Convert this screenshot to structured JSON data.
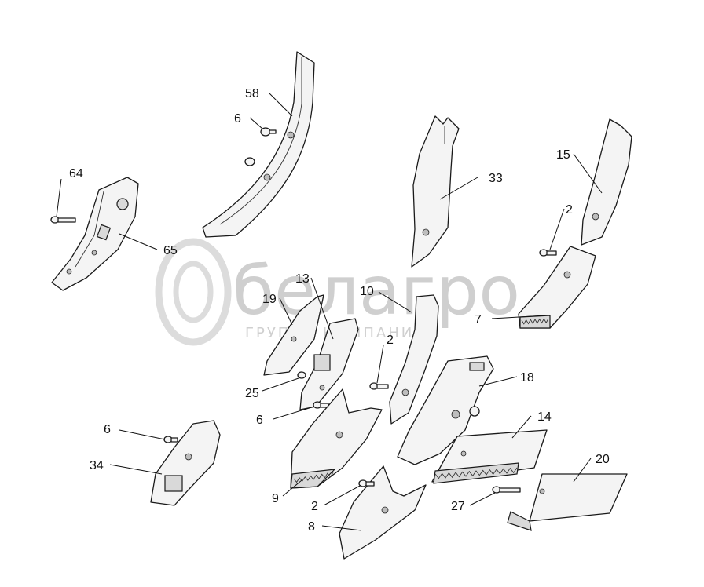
{
  "watermark": {
    "brand": "белагро",
    "tagline": "ГРУППА КОМПАНИЙ"
  },
  "corner_mark": "",
  "callouts": {
    "c58": "58",
    "c6a": "6",
    "c64": "64",
    "c65": "65",
    "c33": "33",
    "c15": "15",
    "c2a": "2",
    "c13": "13",
    "c19": "19",
    "c10": "10",
    "c7": "7",
    "c2b": "2",
    "c25": "25",
    "c18": "18",
    "c6b": "6",
    "c14": "14",
    "c6c": "6",
    "c34": "34",
    "c20": "20",
    "c9": "9",
    "c27": "27",
    "c2c": "2",
    "c8": "8"
  }
}
